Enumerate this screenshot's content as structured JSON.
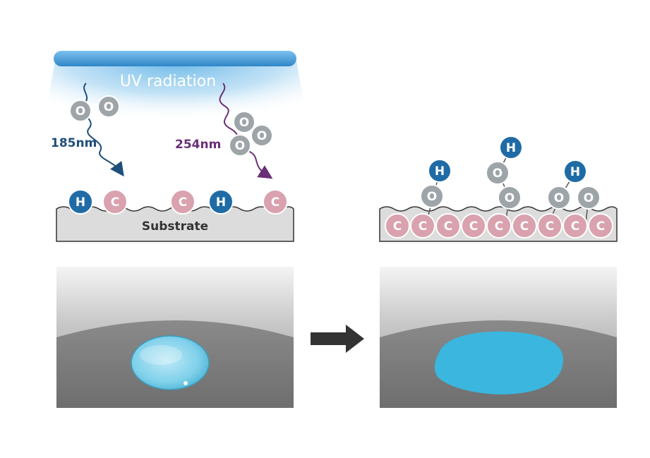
{
  "labels": {
    "uv": "UV radiation",
    "wavelength_short": "185nm",
    "wavelength_long": "254nm",
    "substrate": "Substrate"
  },
  "atoms": {
    "oxygen": "O",
    "hydrogen": "H",
    "carbon": "C"
  },
  "colors": {
    "lamp": "#4aa3dc",
    "glow": "#8ec9ef",
    "oxygen": "#9ea5a9",
    "hydrogen": "#1f6ba5",
    "carbon": "#d9a2ae",
    "wave_185": "#1e4f7a",
    "wave_254": "#6b2f78",
    "substrate_fill": "#dcdcdc",
    "arrow": "#333333",
    "droplet": "#7fd0ea",
    "spread": "#3ab6df"
  },
  "icons": [
    "wave-arrow",
    "process-arrow"
  ]
}
